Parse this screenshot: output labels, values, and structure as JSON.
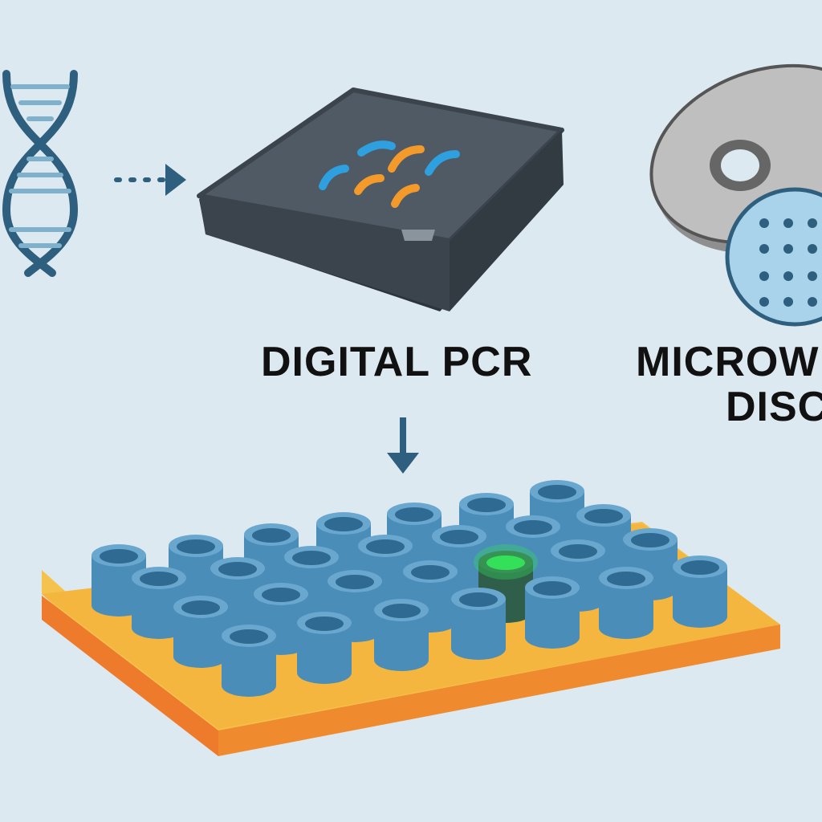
{
  "labels": {
    "digital_pcr": "DIGITAL PCR",
    "microwell_disc_line1": "MICROW",
    "microwell_disc_line2": "DISC"
  },
  "colors": {
    "background": "#dde9f1",
    "dna": "#2f5f7e",
    "device_body": "#3b444d",
    "device_top": "#4f5a64",
    "device_accent_blue": "#2ea0e0",
    "device_accent_orange": "#f39a2b",
    "disc_gray": "#bfbfbf",
    "disc_blue": "#a9d3ea",
    "well_blue": "#4a8db8",
    "well_dark": "#3d7aa2",
    "active_glow": "#35e05a",
    "chip_top": "#f4c04a",
    "chip_side": "#ee7b2c"
  },
  "icons": {
    "dna": "dna-helix-icon",
    "arrow_right": "dotted-arrow-right-icon",
    "arrow_down": "arrow-down-icon",
    "device": "digital-pcr-device-icon",
    "disc": "microwell-disc-icon",
    "magnifier": "magnified-wells-icon",
    "chip": "microwell-chip-icon"
  }
}
